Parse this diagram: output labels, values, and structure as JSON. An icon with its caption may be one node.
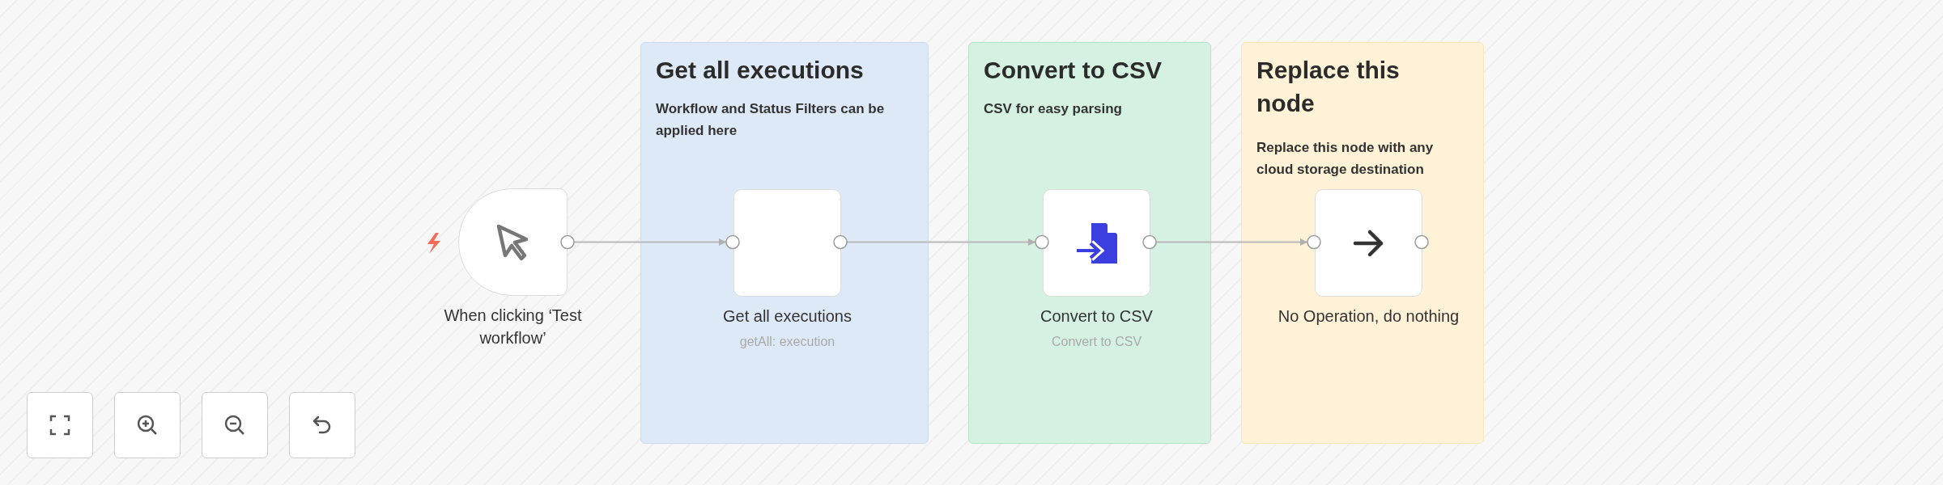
{
  "diagram": {
    "nodes": [
      {
        "text": [
          "When clicking ‘Test workflow’"
        ]
      },
      {
        "text": [
          "Get all executions",
          "Workflow and Status Filters can be applied here"
        ]
      },
      {
        "text": [
          "Get all executions",
          "getAll: execution"
        ],
        "in": 1
      },
      {
        "text": [
          "Convert to CSV",
          "CSV for easy parsing"
        ]
      },
      {
        "text": [
          "Convert to CSV",
          "Convert to CSV"
        ],
        "in": 3
      },
      {
        "text": [
          "Replace this node",
          "Replace this node with any cloud storage destination"
        ]
      },
      {
        "text": [
          "No Operation, do nothing"
        ],
        "in": 5
      }
    ],
    "edges": [
      {
        "from": 0,
        "to": 2,
        "arrow": "to"
      },
      {
        "from": 2,
        "to": 4,
        "arrow": "to"
      },
      {
        "from": 4,
        "to": 6,
        "arrow": "to"
      }
    ]
  }
}
